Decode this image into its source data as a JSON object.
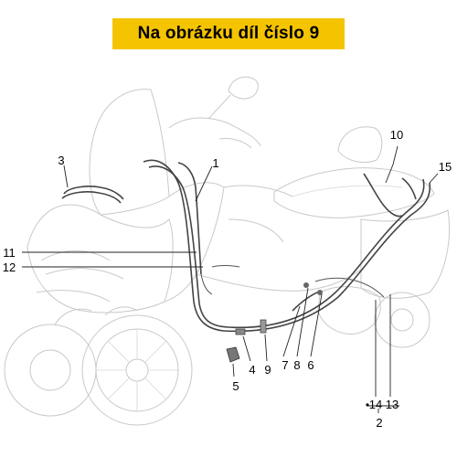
{
  "header": {
    "title": "Na obrázku díl číslo 9"
  },
  "colors": {
    "banner_bg": "#f5c400",
    "line": "#444444",
    "ghost_line": "#c9c9c9"
  },
  "parts": [
    {
      "id": "1",
      "label": "1"
    },
    {
      "id": "2",
      "label": "2"
    },
    {
      "id": "3",
      "label": "3"
    },
    {
      "id": "4",
      "label": "4"
    },
    {
      "id": "5",
      "label": "5"
    },
    {
      "id": "6",
      "label": "6"
    },
    {
      "id": "7",
      "label": "7"
    },
    {
      "id": "8",
      "label": "8"
    },
    {
      "id": "9",
      "label": "9"
    },
    {
      "id": "10",
      "label": "10"
    },
    {
      "id": "11",
      "label": "11"
    },
    {
      "id": "12",
      "label": "12"
    },
    {
      "id": "13",
      "label": "13"
    },
    {
      "id": "14",
      "label": "14"
    },
    {
      "id": "15",
      "label": "15"
    }
  ]
}
